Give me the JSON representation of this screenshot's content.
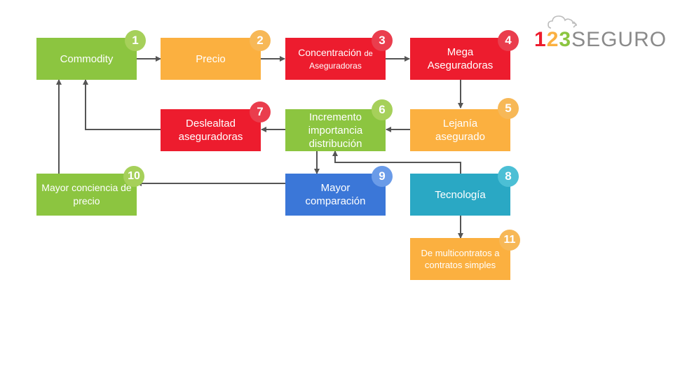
{
  "logo": {
    "d1": "1",
    "d2": "2",
    "d3": "3",
    "word": "SEGURO"
  },
  "colors": {
    "green": "#8cc540",
    "orange": "#fbb040",
    "red": "#ed1c2e",
    "blue": "#3b77d8",
    "teal": "#2aa8c4",
    "arrow": "#555555",
    "badge_green": "#a6d05a",
    "badge_orange": "#f7b857",
    "badge_red": "#ea3d4d",
    "badge_blue": "#6a9be8",
    "badge_teal": "#4cbfd5"
  },
  "nodes": {
    "commodity": {
      "label": "Commodity",
      "badge": "1"
    },
    "precio": {
      "label": "Precio",
      "badge": "2"
    },
    "concentracion": {
      "label_main": "Concentración",
      "label_small": "de",
      "label_line2": "Aseguradoras",
      "badge": "3"
    },
    "mega": {
      "label": "Mega Aseguradoras",
      "badge": "4"
    },
    "lejania": {
      "label": "Lejanía asegurado",
      "badge": "5"
    },
    "incremento": {
      "label": "Incremento importancia distribución",
      "badge": "6"
    },
    "deslealtad": {
      "label": "Deslealtad aseguradoras",
      "badge": "7"
    },
    "tecnologia": {
      "label": "Tecnología",
      "badge": "8"
    },
    "comparacion": {
      "label": "Mayor comparación",
      "badge": "9"
    },
    "conciencia": {
      "label": "Mayor conciencia de precio",
      "badge": "10"
    },
    "multicontratos": {
      "label": "De multicontratos a contratos simples",
      "badge": "11"
    }
  }
}
